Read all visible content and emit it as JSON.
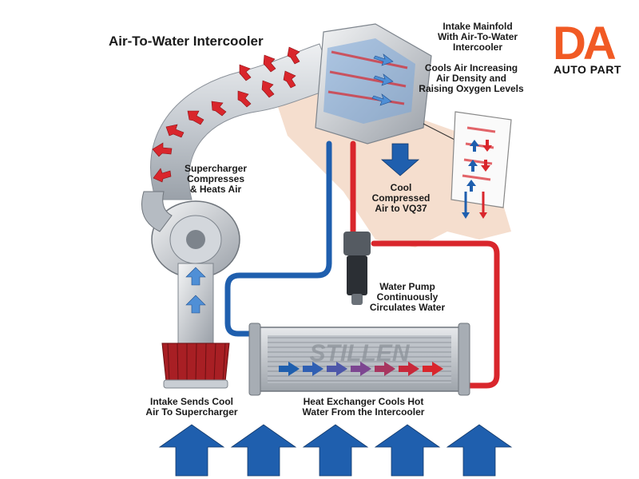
{
  "title": "Air-To-Water Intercooler",
  "logo": {
    "mark": "DA",
    "text": "AUTO PART"
  },
  "brand_text": "STILLEN",
  "labels": {
    "intake_manifold": "Intake Mainfold\nWith Air-To-Water\nIntercooler",
    "cools_air": "Cools Air Increasing\nAir Density and\nRaising Oxygen Levels",
    "supercharger": "Supercharger\nCompresses\n& Heats Air",
    "cool_air": "Cool\nCompressed\nAir to VQ37",
    "water_pump": "Water Pump\nContinuously\nCirculates Water",
    "intake_sends": "Intake Sends Cool\nAir To Supercharger",
    "heat_exchanger": "Heat Exchanger Cools Hot\nWater From the Intercooler"
  },
  "colors": {
    "hot": "#d9262c",
    "cool": "#1f5fae",
    "pipe": "#c8cdd3",
    "logo": "#f15a24",
    "engine": "#f3d6c2"
  },
  "icons": [
    "hot-air-arrow",
    "cool-air-arrow",
    "ambient-air-arrow",
    "air-filter-icon",
    "water-pump-icon"
  ]
}
